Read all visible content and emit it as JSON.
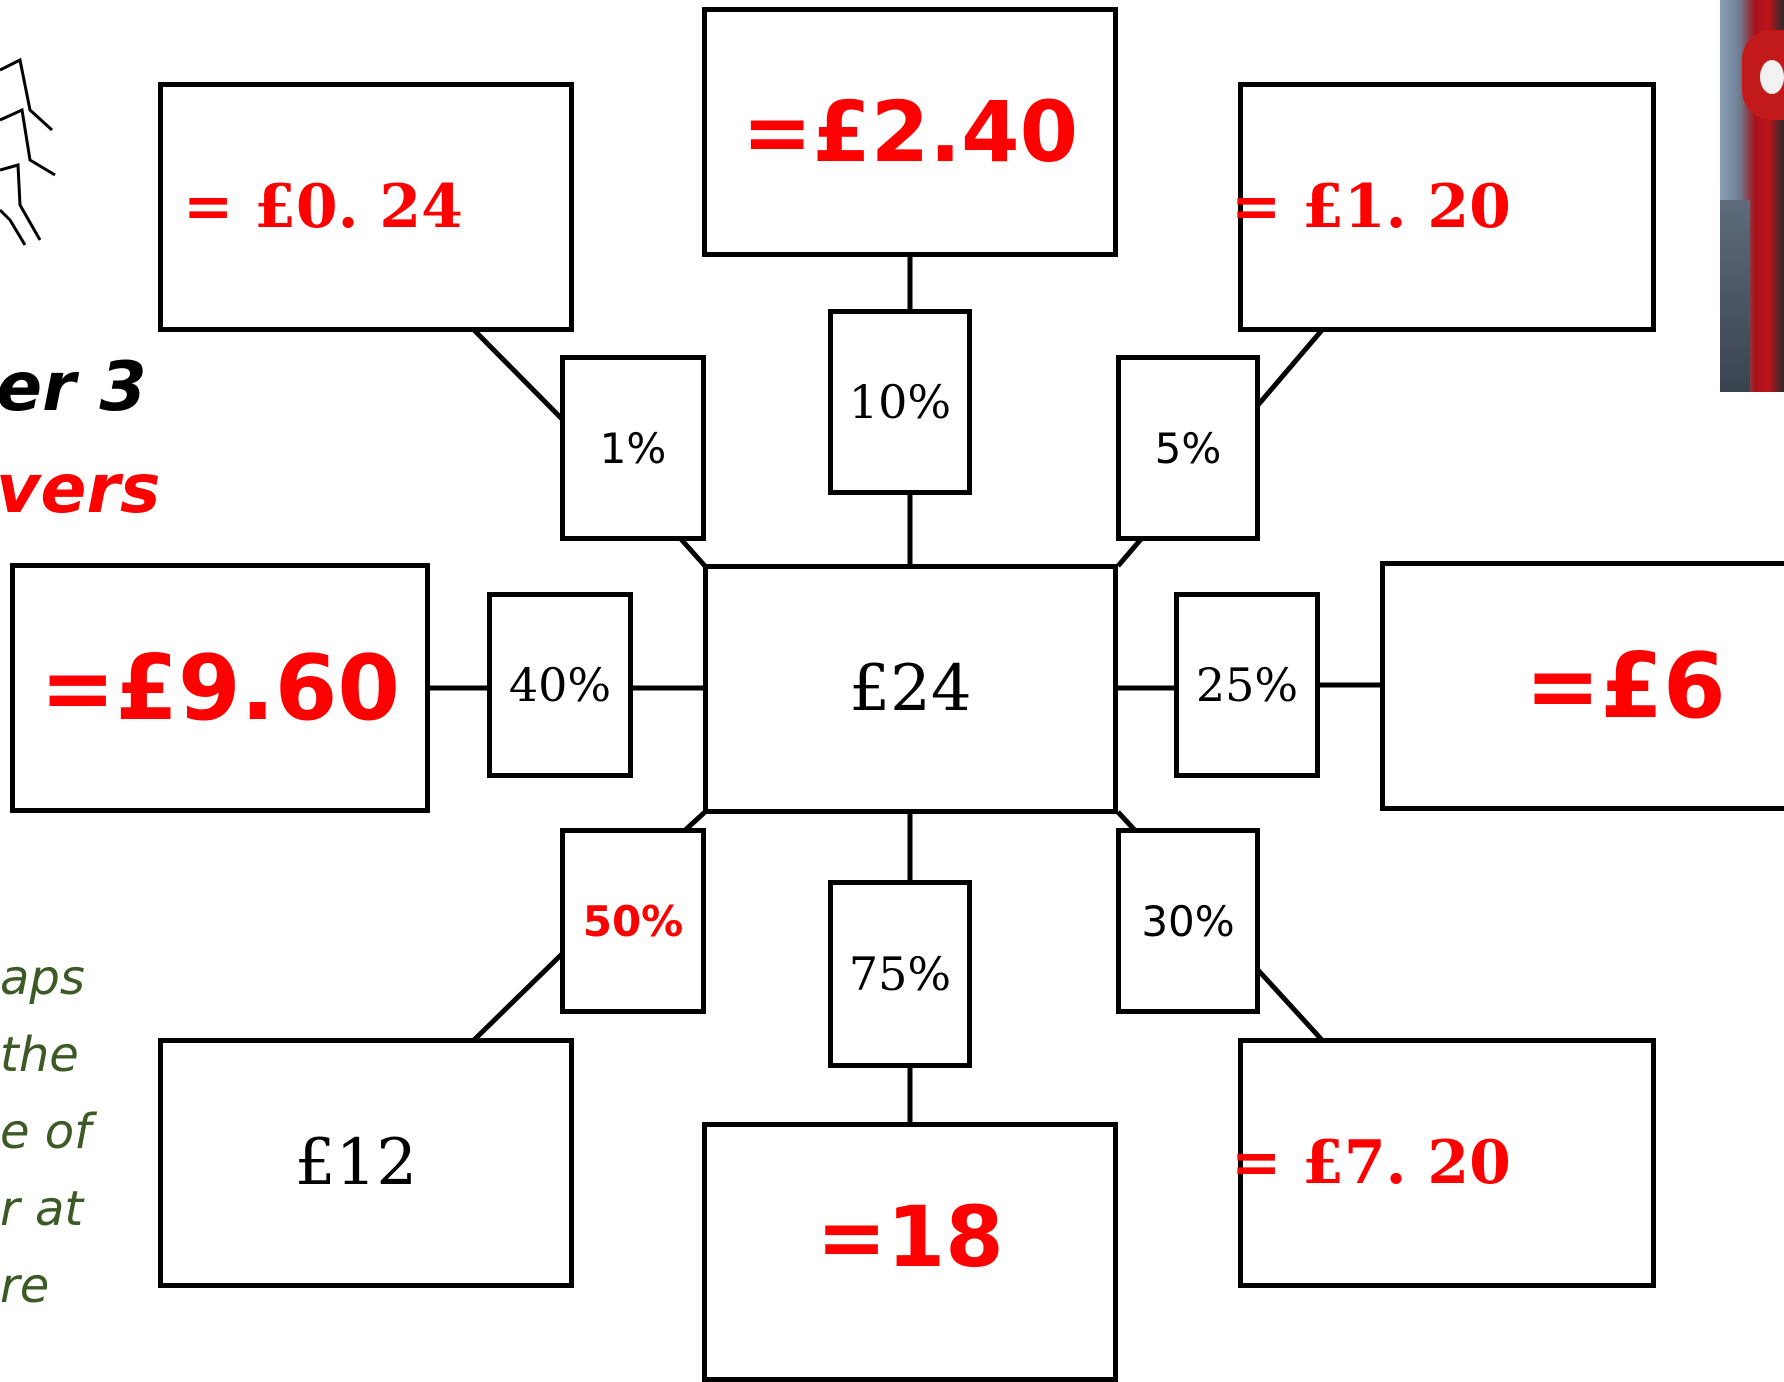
{
  "title": {
    "line1": "er 3",
    "line2": "vers"
  },
  "instructions": [
    "aps",
    "the",
    "e of",
    "r at",
    "re"
  ],
  "center": {
    "value": "£24"
  },
  "spokes": {
    "top_left": {
      "percent": "1%",
      "answer": "= £0. 24"
    },
    "top": {
      "percent": "10%",
      "answer": "=£2.40"
    },
    "top_right": {
      "percent": "5%",
      "answer": "= £1. 20"
    },
    "left": {
      "percent": "40%",
      "answer": "=£9.60"
    },
    "right": {
      "percent": "25%",
      "answer": "=£6"
    },
    "bottom_left": {
      "percent": "50%",
      "answer": "£12"
    },
    "bottom": {
      "percent": "75%",
      "answer": "=18"
    },
    "bottom_right": {
      "percent": "30%",
      "answer": "= £7. 20"
    }
  },
  "colors": {
    "answer": "#ff0000",
    "instructions": "#3d5a26",
    "title_line1": "#000000",
    "title_line2": "#ff0000"
  },
  "icons": {
    "spider_legs": "spider-web-icon",
    "photo": "spiderman-photo"
  }
}
